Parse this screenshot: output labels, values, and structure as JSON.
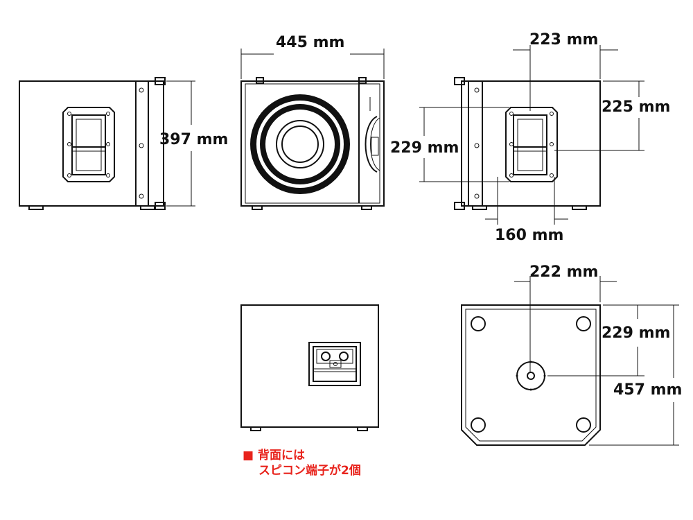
{
  "dimensions": {
    "depth": "397 mm",
    "width": "445 mm",
    "handle_depth_center": "229 mm",
    "handle_offset_top": "223 mm",
    "handle_height": "225 mm",
    "handle_offset_bottom": "160 mm",
    "pole_offset_x": "222 mm",
    "pole_offset_y": "229 mm",
    "overall_depth": "457 mm"
  },
  "note": {
    "line1": "■ 背面には",
    "line2": "スピコン端子が2個"
  },
  "colors": {
    "note": "#e8231c",
    "line": "#111111"
  }
}
